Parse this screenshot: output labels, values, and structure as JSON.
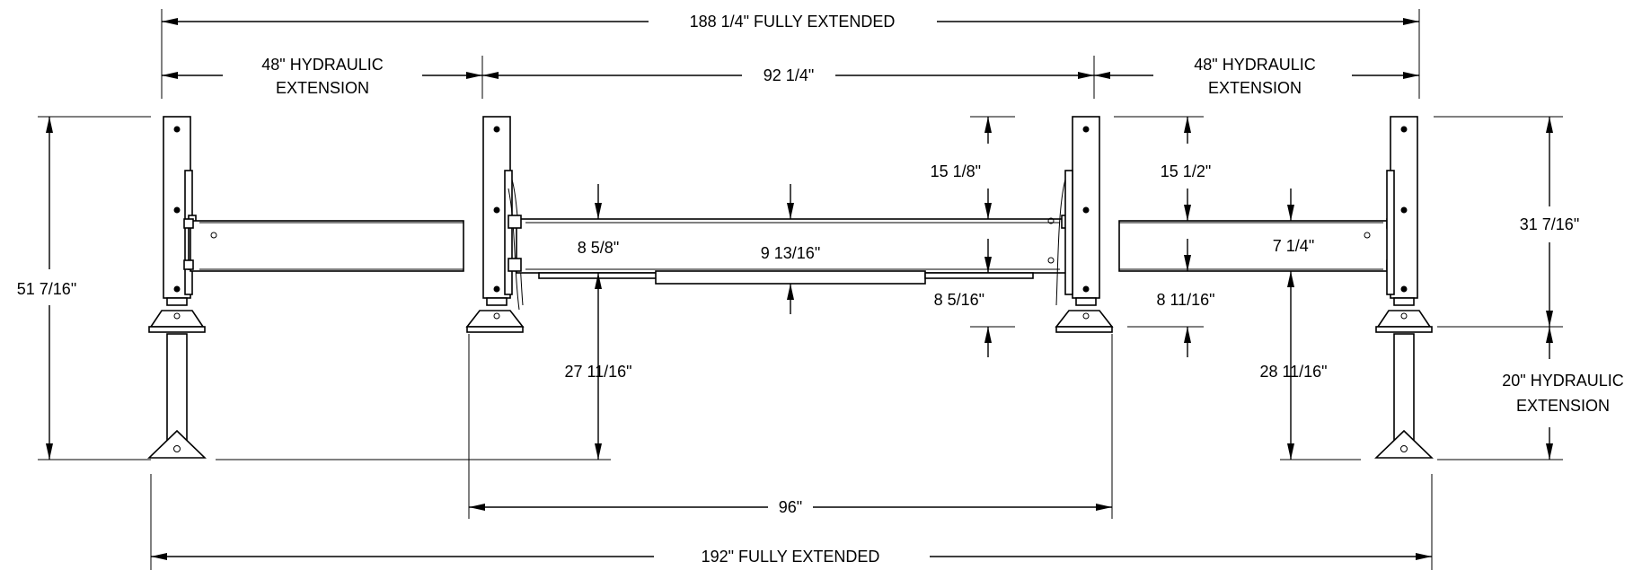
{
  "dimensions": {
    "overall_extended": "188 1/4\" FULLY EXTENDED",
    "left_ext_1": "48\" HYDRAULIC",
    "left_ext_2": "EXTENSION",
    "center_width": "92 1/4\"",
    "right_ext_1": "48\" HYDRAULIC",
    "right_ext_2": "EXTENSION",
    "overall_height": "51 7/16\"",
    "top_gap_center": "15 1/8\"",
    "top_gap_right": "15 1/2\"",
    "beam_offset_left": "8 5/8\"",
    "beam_height_center": "9 13/16\"",
    "beam_height_right": "7 1/4\"",
    "bottom_gap_center": "8 5/16\"",
    "bottom_gap_right": "8 11/16\"",
    "upper_height_right": "31 7/16\"",
    "floor_height_center": "27 11/16\"",
    "floor_height_right": "28 11/16\"",
    "leg_ext_1": "20\" HYDRAULIC",
    "leg_ext_2": "EXTENSION",
    "base_width": "96\"",
    "overall_base": "192\" FULLY EXTENDED"
  }
}
